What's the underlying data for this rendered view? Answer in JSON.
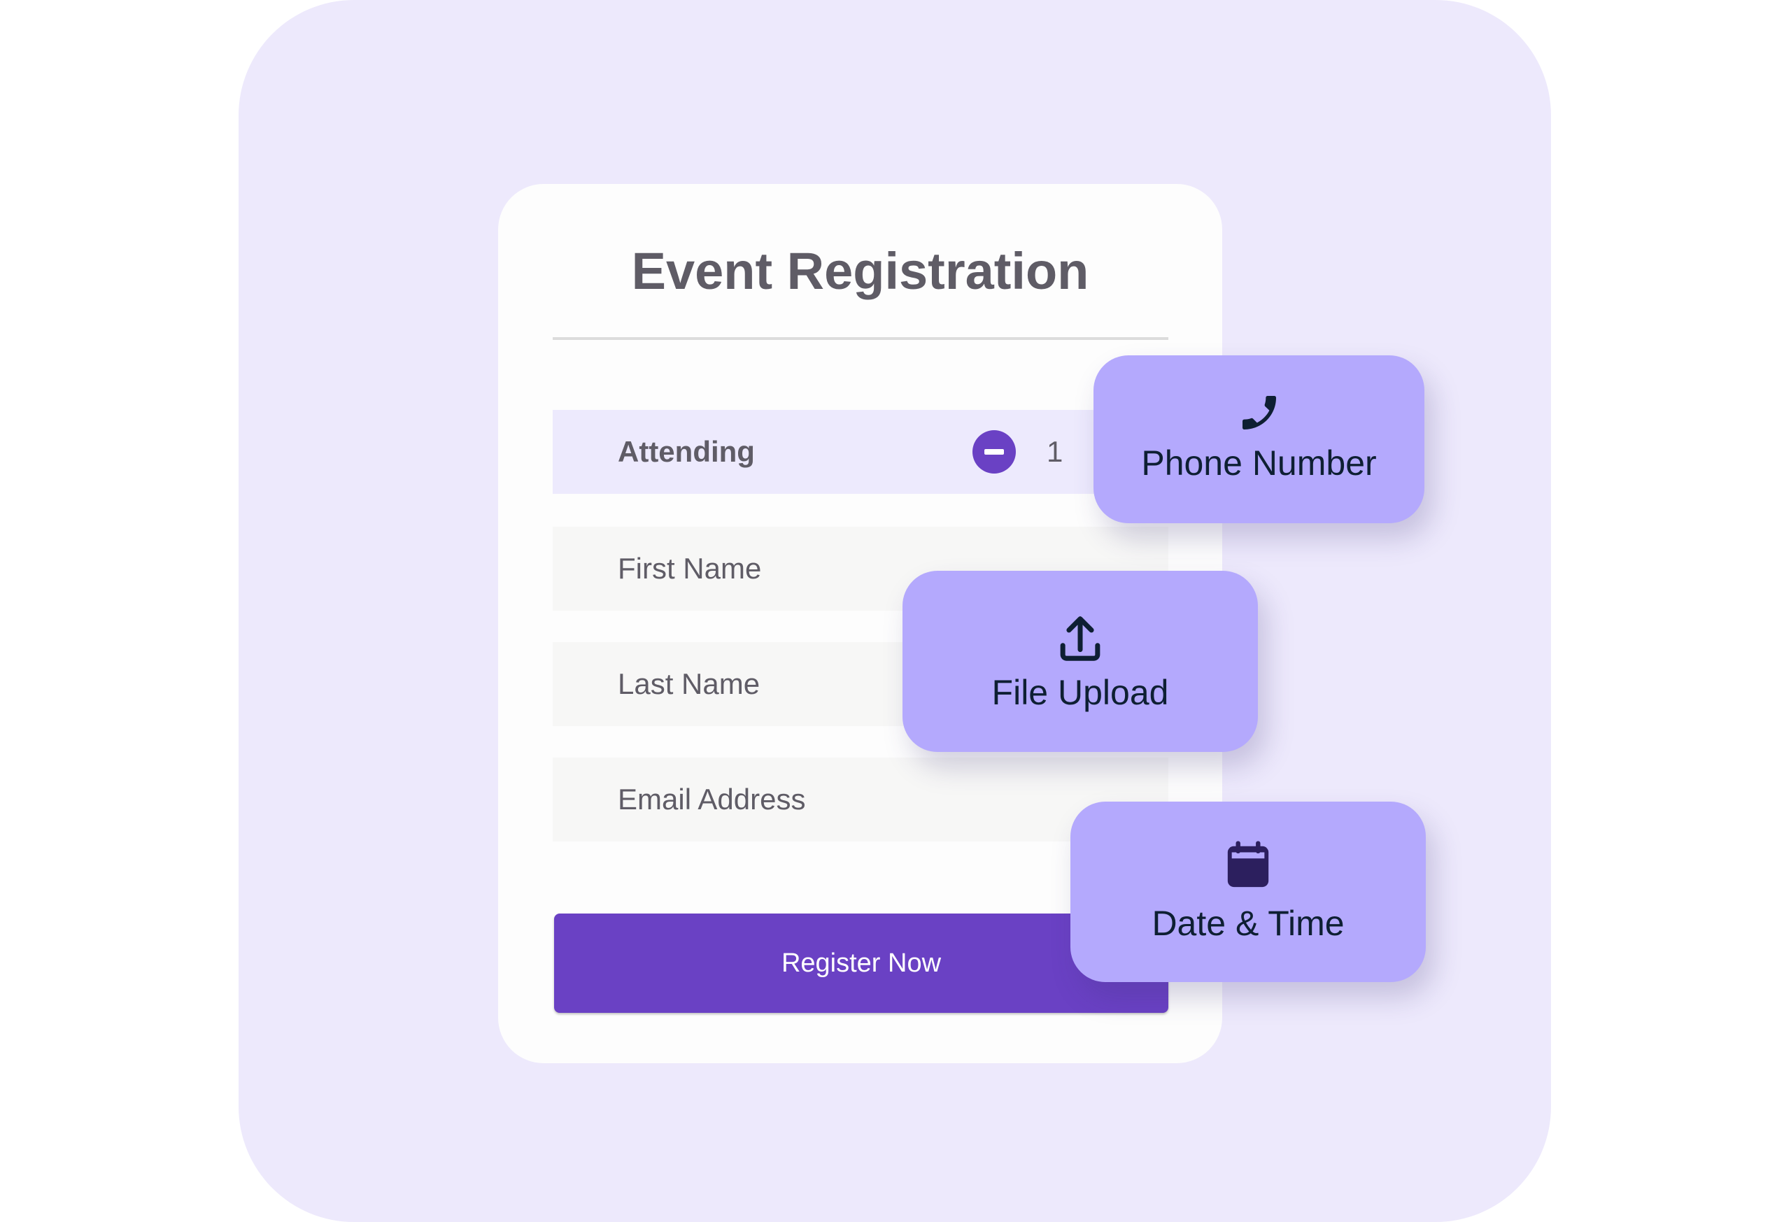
{
  "form": {
    "title": "Event Registration",
    "attending": {
      "label": "Attending",
      "count": "1"
    },
    "fields": [
      {
        "placeholder": "First Name"
      },
      {
        "placeholder": "Last Name"
      },
      {
        "placeholder": "Email Address"
      }
    ],
    "submit_label": "Register Now"
  },
  "field_types": [
    {
      "label": "Phone Number",
      "icon": "phone-icon"
    },
    {
      "label": "File Upload",
      "icon": "upload-icon"
    },
    {
      "label": "Date & Time",
      "icon": "calendar-icon"
    }
  ],
  "colors": {
    "accent": "#6a41c4",
    "chip": "#b4a9fd",
    "background": "#ede9fc"
  }
}
